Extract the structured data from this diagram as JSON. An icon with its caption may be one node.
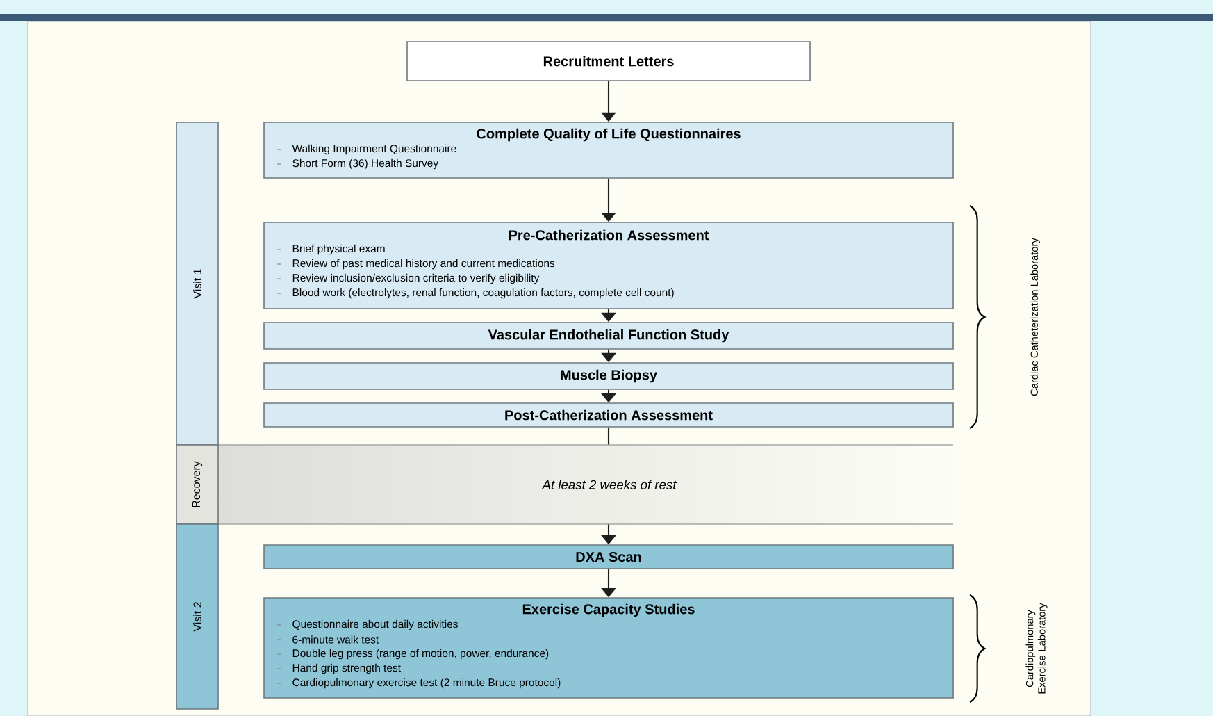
{
  "diagram": {
    "nodes": [
      {
        "text": [
          "Recruitment Letters"
        ]
      },
      {
        "text": [
          "Complete Quality of Life Questionnaires",
          "Walking Impairment Questionnaire",
          "Short Form (36) Health Survey"
        ]
      },
      {
        "text": [
          "Pre-Catherization Assessment",
          "Brief physical exam",
          "Review of past medical history and current medications",
          "Review inclusion/exclusion criteria to verify eligibility",
          "Blood work (electrolytes, renal function, coagulation factors, complete cell count)"
        ]
      },
      {
        "text": [
          "Vascular Endothelial Function Study"
        ]
      },
      {
        "text": [
          "Muscle Biopsy"
        ]
      },
      {
        "text": [
          "Post-Catherization Assessment"
        ]
      },
      {
        "text": [
          "At least 2 weeks of rest"
        ]
      },
      {
        "text": [
          "DXA Scan"
        ]
      },
      {
        "text": [
          "Exercise Capacity Studies",
          "Questionnaire about daily activities",
          "6-minute walk test",
          "Double leg press (range of motion, power, endurance)",
          "Hand grip strength test",
          "Cardiopulmonary exercise test (2 minute Bruce protocol)"
        ]
      },
      {
        "text": [
          "Visit 1"
        ]
      },
      {
        "text": [
          "Recovery"
        ]
      },
      {
        "text": [
          "Visit 2"
        ]
      }
    ],
    "edges": [
      {
        "from": 0,
        "to": 1,
        "arrow": "to"
      },
      {
        "from": 1,
        "to": 2,
        "arrow": "to"
      },
      {
        "from": 2,
        "to": 3,
        "arrow": "to"
      },
      {
        "from": 3,
        "to": 4,
        "arrow": "to"
      },
      {
        "from": 4,
        "to": 5,
        "arrow": "to"
      },
      {
        "from": 5,
        "to": 6,
        "arrow": "none"
      },
      {
        "from": 6,
        "to": 7,
        "arrow": "to"
      },
      {
        "from": 7,
        "to": 8,
        "arrow": "to"
      }
    ],
    "labels": [
      "Cardiac Catheterization Laboratory",
      "Cardiopulmonary Exercise Laboratory"
    ]
  }
}
